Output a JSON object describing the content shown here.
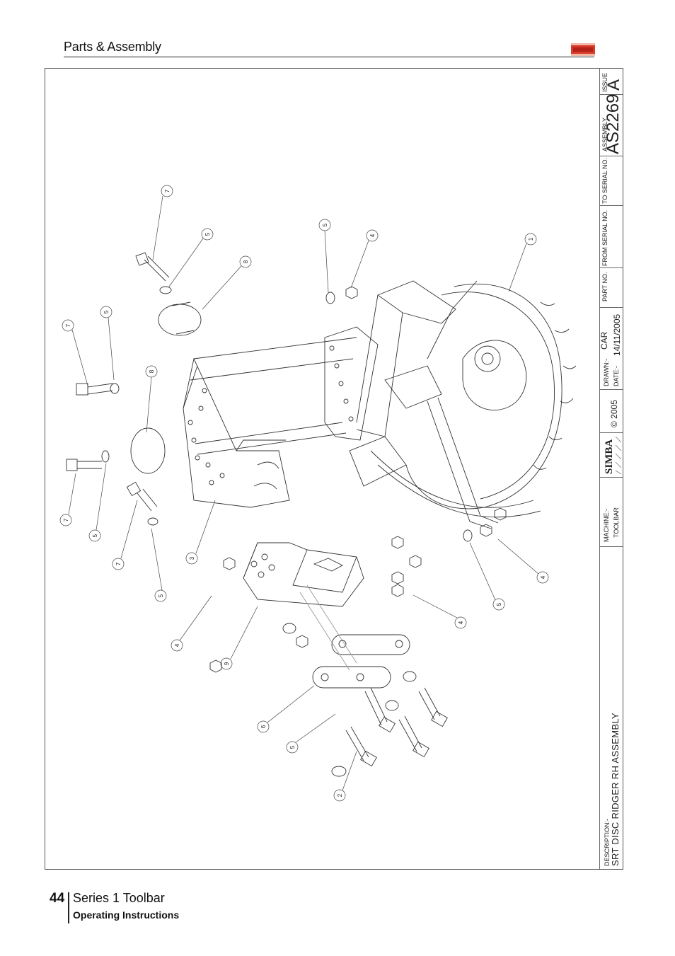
{
  "header": {
    "section_title": "Parts & Assembly",
    "brand_logo": "SIMBA"
  },
  "title_block": {
    "issue_label": "ISSUE",
    "issue_value": "A",
    "assembly_label": "ASSEMBLY",
    "assembly_value": "AS2269",
    "to_serial_label": "TO SERIAL NO.",
    "from_serial_label": "FROM SERIAL NO.",
    "part_no_label": "PART NO.",
    "drawn_label": "DRAWN:-",
    "drawn_value": "CAR",
    "date_label": "DATE:-",
    "date_value": "14/11/2005",
    "copyright": "© 2005",
    "logo": "SIMBA",
    "machine_label": "MACHINE:-",
    "machine_value": "TOOLBAR",
    "description_label": "DESCRIPTION:-",
    "description_value": "SRT DISC RIDGER RH ASSEMBLY"
  },
  "callouts": [
    "7",
    "5",
    "8",
    "5",
    "4",
    "1",
    "7",
    "5",
    "8",
    "7",
    "5",
    "7",
    "5",
    "3",
    "4",
    "9",
    "4",
    "5",
    "6",
    "5",
    "2"
  ],
  "footer": {
    "page_number": "44",
    "series": "Series 1 Toolbar",
    "subtitle": "Operating Instructions"
  }
}
